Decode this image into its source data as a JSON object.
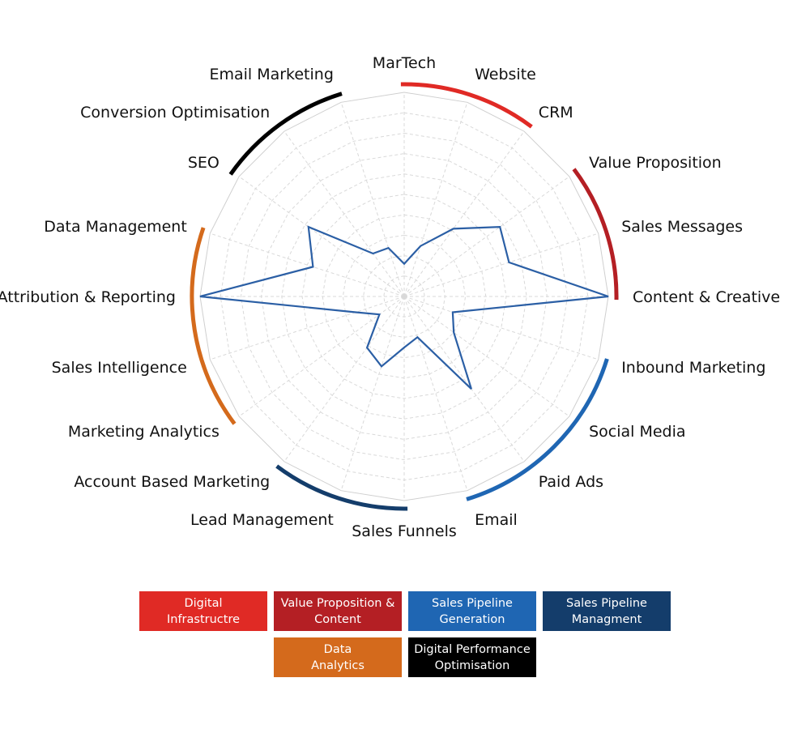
{
  "chart_data": {
    "type": "radar",
    "rmax": 10,
    "rings": 10,
    "grid": true,
    "categories": [
      "MarTech",
      "Website",
      "CRM",
      "Value Proposition",
      "Sales Messages",
      "Content & Creative",
      "Inbound Marketing",
      "Social Media",
      "Paid Ads",
      "Email",
      "Sales Funnels",
      "Lead Management",
      "Account Based Marketing",
      "Marketing Analytics",
      "Sales Intelligence",
      "Attribution & Reporting",
      "Data Management",
      "SEO",
      "Conversion Optimisation",
      "Email Marketing"
    ],
    "series": [
      {
        "values": [
          1.6,
          2.6,
          4.1,
          5.8,
          5.4,
          10.0,
          2.5,
          3.0,
          5.6,
          2.1,
          2.5,
          3.6,
          3.1,
          1.5,
          2.5,
          10.0,
          4.7,
          5.8,
          2.6,
          2.5
        ]
      }
    ],
    "groups": [
      {
        "label": "Digital Infrastructre",
        "color": "#e02a25",
        "start": 0,
        "end": 2
      },
      {
        "label": "Value Proposition & Content",
        "color": "#b41f24",
        "start": 3,
        "end": 5
      },
      {
        "label": "Sales Pipeline Generation",
        "color": "#1f66b3",
        "start": 6,
        "end": 9
      },
      {
        "label": "Sales Pipeline Managment",
        "color": "#143d6b",
        "start": 10,
        "end": 12
      },
      {
        "label": "Data Analytics",
        "color": "#d46a1c",
        "start": 13,
        "end": 16
      },
      {
        "label": "Digital Performance Optimisation",
        "color": "#000000",
        "start": 17,
        "end": 19
      }
    ],
    "line_color": "#2b5fa5"
  },
  "legend": {
    "row1": [
      {
        "label_line1": "Digital",
        "label_line2": "Infrastructre",
        "color": "#e02a25"
      },
      {
        "label_line1": "Value Proposition &",
        "label_line2": "Content",
        "color": "#b41f24"
      },
      {
        "label_line1": "Sales Pipeline",
        "label_line2": "Generation",
        "color": "#1f66b3"
      },
      {
        "label_line1": "Sales Pipeline",
        "label_line2": "Managment",
        "color": "#143d6b"
      }
    ],
    "row2": [
      {
        "label_line1": "Data",
        "label_line2": "Analytics",
        "color": "#d46a1c"
      },
      {
        "label_line1": "Digital Performance",
        "label_line2": "Optimisation",
        "color": "#000000"
      }
    ]
  }
}
